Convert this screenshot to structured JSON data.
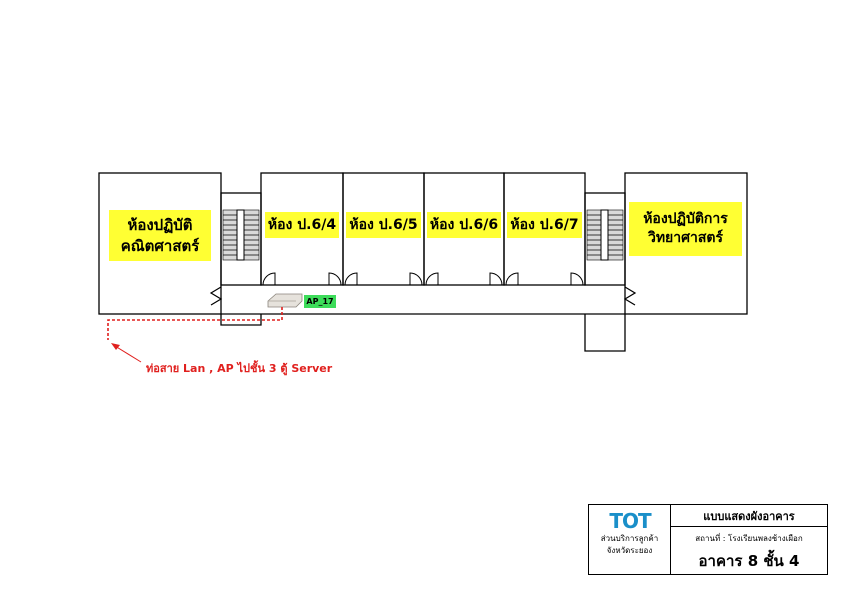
{
  "rooms": {
    "math_lab": [
      "ห้องปฏิบัติ",
      "คณิตศาสตร์"
    ],
    "p6_4": "ห้อง ป.6/4",
    "p6_5": "ห้อง ป.6/5",
    "p6_6": "ห้อง ป.6/6",
    "p6_7": "ห้อง ป.6/7",
    "science_lab": [
      "ห้องปฏิบัติการ",
      "วิทยาศาสตร์"
    ]
  },
  "access_point": {
    "label": "AP_17",
    "tag_color": "#3ddc5a"
  },
  "cable_note": "ท่อสาย Lan , AP ไปชั้น 3 ตู้ Server",
  "title_block": {
    "logo_text": "TOT",
    "org_line1": "ส่วนบริการลูกค้า",
    "org_line2": "จังหวัดระยอง",
    "title": "แบบแสดงผังอาคาร",
    "location": "สถานที่ : โรงเรียนพลงช้างเผือก",
    "building": "อาคาร 8 ชั้น 4"
  },
  "colors": {
    "label_bg": "#ffff33",
    "cable": "#e0201e",
    "logo": "#1a8fc9",
    "line": "#000000"
  }
}
